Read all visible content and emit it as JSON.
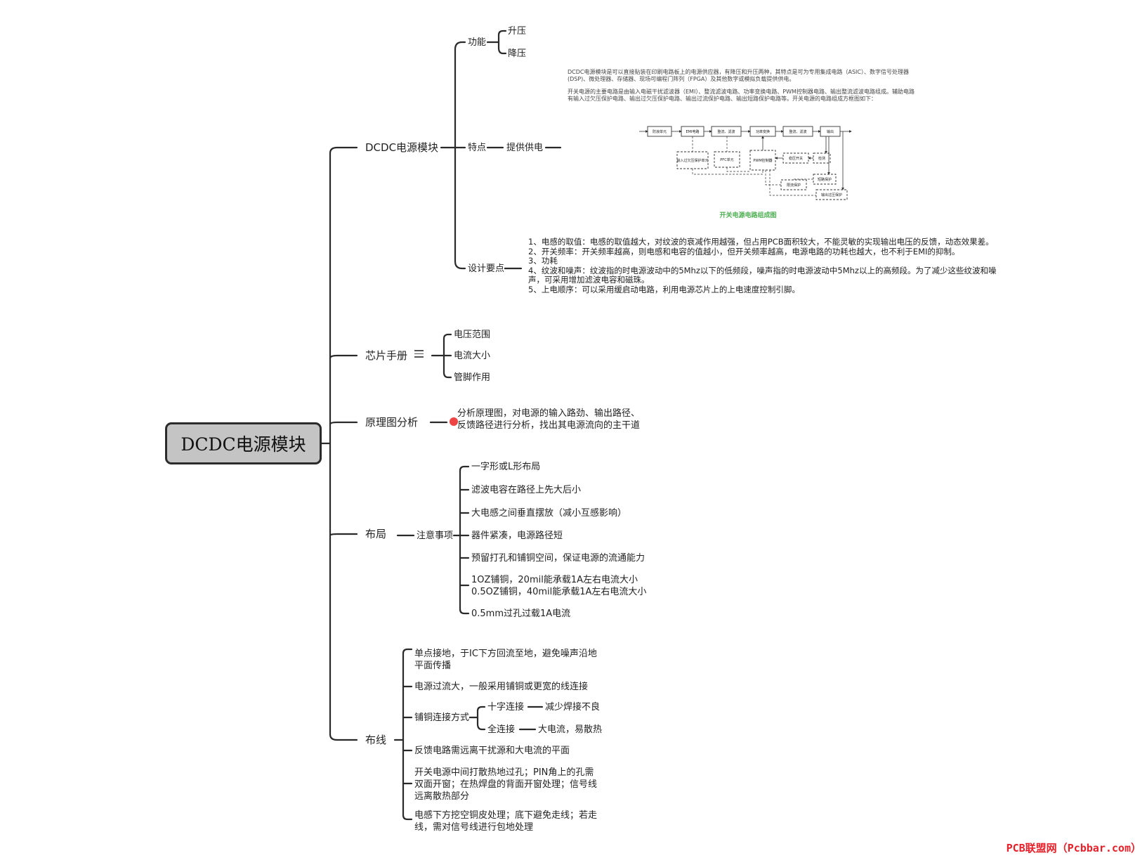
{
  "root": "DCDC电源模块",
  "branches": {
    "module": {
      "label": "DCDC电源模块",
      "function": {
        "label": "功能",
        "items": [
          "升压",
          "降压"
        ]
      },
      "feature": {
        "label": "特点",
        "child": "提供供电",
        "embedded": {
          "para1": "DCDC电源模块是可以直接贴装在印刷电路板上的电源供应器，有降压和升压两种，其特点是可为专用集成电路（ASIC）、数字信号处理器(DSP)、微处理器、存储器、现场可编程门阵列（FPGA）及其他数字或模拟负载提供供电。",
          "para2": "开关电源的主要电路是由输入电磁干扰滤波器（EMI）、整流滤波电路、功率变换电路、PWM控制器电路、输出整流滤波电路组成。辅助电路有输入过欠压保护电路、输出过欠压保护电路、输出过流保护电路、输出短路保护电路等。开关电源的电路组成方框图如下：",
          "blocks": [
            "防浪单元",
            "EMI电路",
            "整流、滤波",
            "功率变换",
            "整流、滤波",
            "输出",
            "输入过欠压保护单元",
            "PFC单元",
            "PWM控制器",
            "稳压开关",
            "检测",
            "短路保护",
            "限流保护",
            "输出过压保护"
          ],
          "caption": "开关电源电路组成图"
        }
      },
      "design": {
        "label": "设计要点",
        "lines": [
          "1、电感的取值：电感的取值越大，对纹波的衰减作用越强，但占用PCB面积较大，不能灵敏的实现输出电压的反馈，动态效果差。",
          "2、开关频率：开关频率越高，则电感和电容的值越小，但开关频率越高，电源电路的功耗也越大，也不利于EMI的抑制。",
          "3、功耗",
          "4、纹波和噪声：纹波指的时电源波动中的5Mhz以下的低频段，噪声指的时电源波动中5Mhz以上的高频段。为了减少这些纹波和噪声，可采用增加滤波电容和磁珠。",
          "5、上电顺序：可以采用缓启动电路，利用电源芯片上的上电速度控制引脚。"
        ]
      }
    },
    "chip": {
      "label": "芯片手册",
      "items": [
        "电压范围",
        "电流大小",
        "管脚作用"
      ]
    },
    "schematic": {
      "label": "原理图分析",
      "desc": "分析原理图，对电源的输入路劲、输出路径、反馈路径进行分析，找出其电源流向的主干道"
    },
    "layout": {
      "label": "布局",
      "sub": "注意事项",
      "items": [
        "一字形或L形布局",
        "滤波电容在路径上先大后小",
        "大电感之间垂直摆放（减小互感影响）",
        "器件紧凑，电源路径短",
        "预留打孔和铺铜空间，保证电源的流通能力",
        "1OZ铺铜，20mil能承载1A左右电流大小\n0.5OZ铺铜，40mil能承载1A左右电流大小",
        "0.5mm过孔过载1A电流"
      ]
    },
    "routing": {
      "label": "布线",
      "items": [
        "单点接地，于IC下方回流至地，避免噪声沿地平面传播",
        "电源过流大，一般采用铺铜或更宽的线连接",
        "铺铜连接方式",
        "反馈电路需远离干扰源和大电流的平面",
        "开关电源中间打散热地过孔；PIN角上的孔需双面开窗；在热焊盘的背面开窗处理；信号线远离散热部分",
        "电感下方挖空铜皮处理；底下避免走线；若走线，需对信号线进行包地处理"
      ],
      "copper": {
        "cross": "十字连接",
        "cross_note": "减少焊接不良",
        "full": "全连接",
        "full_note": "大电流，易散热"
      }
    }
  },
  "watermark": "PCB联盟网（Pcbbar.com）"
}
